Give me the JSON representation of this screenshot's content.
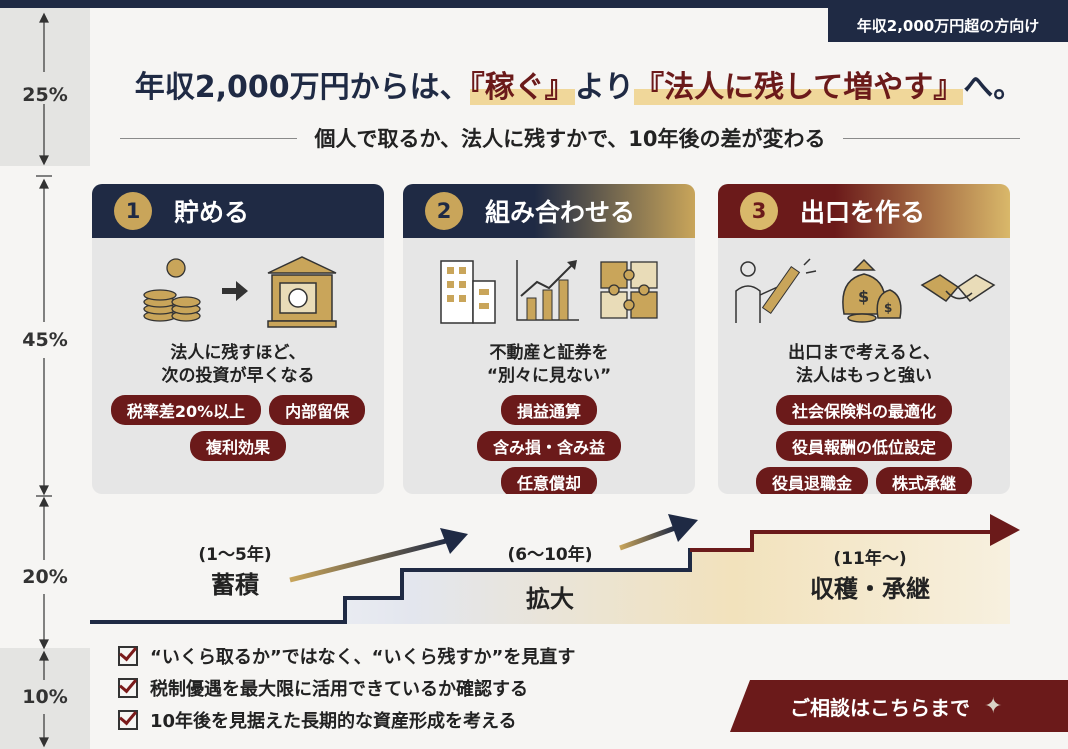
{
  "ruler": {
    "top": "25%",
    "cards": "45%",
    "timeline": "20%",
    "bottom": "10%"
  },
  "tag": "年収2,000万円超の方向け",
  "title": {
    "part1": "年収2,000万円からは、",
    "hl1": "『稼ぐ』",
    "part2": "より",
    "hl2": "『法人に残して増やす』",
    "part3": "へ。"
  },
  "subtitle": "個人で取るか、法人に残すかで、10年後の差が変わる",
  "colors": {
    "navy": "#1f2a44",
    "gold": "#c9a55a",
    "maroon": "#6b1a1a",
    "card": "#e6e6e6"
  },
  "cards": [
    {
      "num": "1",
      "title": "貯める",
      "icons": [
        "coins-icon",
        "arrow-icon",
        "vault-icon"
      ],
      "desc1": "法人に残すほど、",
      "desc2": "次の投資が早くなる",
      "pills": [
        "税率差20%以上",
        "内部留保",
        "複利効果"
      ]
    },
    {
      "num": "2",
      "title": "組み合わせる",
      "icons": [
        "building-icon",
        "chart-icon",
        "puzzle-icon"
      ],
      "desc1": "不動産と証券を",
      "desc2": "“別々に見ない”",
      "pills": [
        "損益通算",
        "含み損・含み益",
        "任意償却"
      ]
    },
    {
      "num": "3",
      "title": "出口を作る",
      "icons": [
        "presenter-icon",
        "moneybag-icon",
        "handshake-icon"
      ],
      "desc1": "出口まで考えると、",
      "desc2": "法人はもっと強い",
      "pills": [
        "社会保険料の最適化",
        "役員報酬の低位設定",
        "役員退職金",
        "株式承継"
      ]
    }
  ],
  "stages": [
    {
      "sub": "(1〜5年)",
      "main": "蓄積"
    },
    {
      "sub": "(6〜10年)",
      "main": "拡大"
    },
    {
      "sub": "(11年〜)",
      "main": "収穫・承継"
    }
  ],
  "checks": [
    "“いくら取るか”ではなく、“いくら残すか”を見直す",
    "税制優遇を最大限に活用できているか確認する",
    "10年後を見据えた長期的な資産形成を考える"
  ],
  "cta": "ご相談はこちらまで"
}
